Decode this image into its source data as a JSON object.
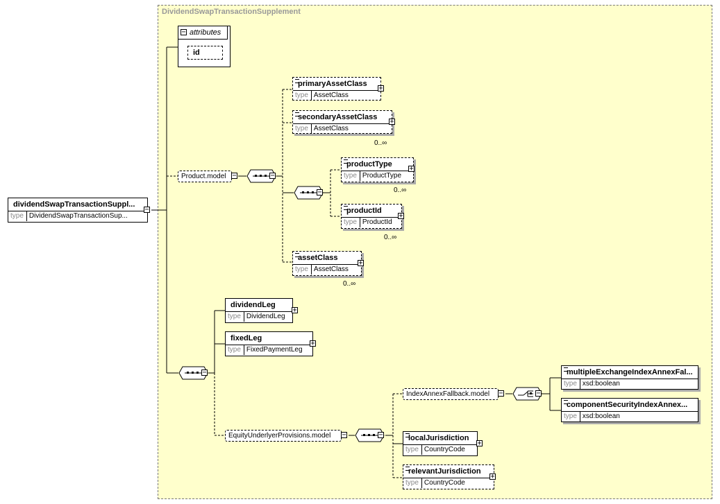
{
  "frame_title": "DividendSwapTransactionSupplement",
  "root": {
    "name": "dividendSwapTransactionSuppl...",
    "type_key": "type",
    "type": "DividendSwapTransactionSup..."
  },
  "attributes": {
    "label": "attributes",
    "items": [
      "id"
    ]
  },
  "models": {
    "product": "Product.model",
    "equity": "EquityUnderlyerProvisions.model",
    "index": "IndexAnnexFallback.model"
  },
  "elements": {
    "primaryAssetClass": {
      "name": "primaryAssetClass",
      "type_key": "type",
      "type": "AssetClass"
    },
    "secondaryAssetClass": {
      "name": "secondaryAssetClass",
      "type_key": "type",
      "type": "AssetClass",
      "occurs": "0..∞"
    },
    "productType": {
      "name": "productType",
      "type_key": "type",
      "type": "ProductType",
      "occurs": "0..∞"
    },
    "productId": {
      "name": "productId",
      "type_key": "type",
      "type": "ProductId",
      "occurs": "0..∞"
    },
    "assetClass": {
      "name": "assetClass",
      "type_key": "type",
      "type": "AssetClass",
      "occurs": "0..∞"
    },
    "dividendLeg": {
      "name": "dividendLeg",
      "type_key": "type",
      "type": "DividendLeg"
    },
    "fixedLeg": {
      "name": "fixedLeg",
      "type_key": "type",
      "type": "FixedPaymentLeg"
    },
    "multipleExchange": {
      "name": "multipleExchangeIndexAnnexFal...",
      "type_key": "type",
      "type": "xsd:boolean"
    },
    "componentSecurity": {
      "name": "componentSecurityIndexAnnex...",
      "type_key": "type",
      "type": "xsd:boolean"
    },
    "localJurisdiction": {
      "name": "localJurisdiction",
      "type_key": "type",
      "type": "CountryCode"
    },
    "relevantJurisdiction": {
      "name": "relevantJurisdiction",
      "type_key": "type",
      "type": "CountryCode"
    }
  },
  "expand_symbols": {
    "collapse": "−",
    "expand": "+"
  }
}
